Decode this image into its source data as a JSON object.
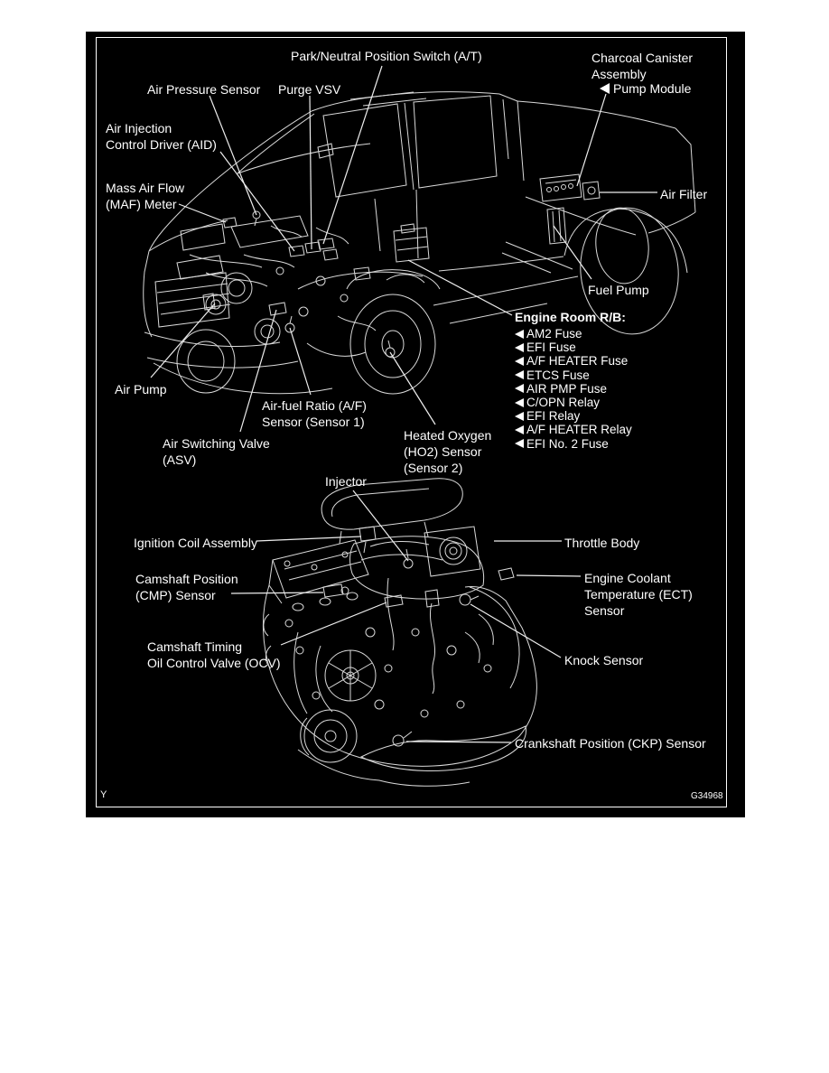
{
  "colors": {
    "page_bg": "#ffffff",
    "panel_bg": "#000000",
    "line": "#d9d9d9",
    "text": "#ffffff"
  },
  "footer": {
    "page_marker": "Y",
    "figure_code": "G34968"
  },
  "truck_view": {
    "park_neutral_switch": "Park/Neutral Position Switch (A/T)",
    "air_pressure_sensor": "Air Pressure Sensor",
    "purge_vsv": "Purge VSV",
    "charcoal_canister": "Charcoal Canister\nAssembly",
    "pump_module": "Pump Module",
    "air_injection_driver": "Air Injection\nControl Driver (AID)",
    "maf_meter": "Mass Air Flow\n(MAF) Meter",
    "air_filter": "Air Filter",
    "fuel_pump": "Fuel Pump",
    "air_pump": "Air Pump",
    "af_ratio_sensor": "Air-fuel Ratio (A/F)\nSensor (Sensor 1)",
    "air_switching_valve": "Air Switching Valve\n(ASV)",
    "heated_oxygen_sensor": "Heated Oxygen\n(HO2) Sensor\n(Sensor 2)"
  },
  "engine_room_rb": {
    "title": "Engine Room R/B:",
    "items": [
      "AM2 Fuse",
      "EFI Fuse",
      "A/F HEATER Fuse",
      "ETCS Fuse",
      "AIR PMP Fuse",
      "C/OPN Relay",
      "EFI Relay",
      "A/F HEATER Relay",
      "EFI No. 2 Fuse"
    ]
  },
  "engine_view": {
    "injector": "Injector",
    "ignition_coil": "Ignition Coil Assembly",
    "throttle_body": "Throttle Body",
    "cmp_sensor": "Camshaft Position\n(CMP) Sensor",
    "ect_sensor": "Engine Coolant\nTemperature (ECT)\nSensor",
    "ocv": "Camshaft Timing\nOil Control Valve (OCV)",
    "knock_sensor": "Knock Sensor",
    "ckp_sensor": "Crankshaft Position (CKP) Sensor"
  }
}
